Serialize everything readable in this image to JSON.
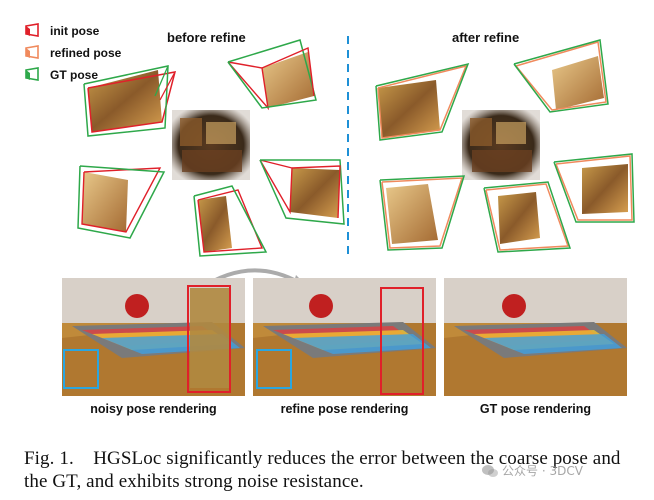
{
  "legend": {
    "items": [
      {
        "label": "init pose",
        "color": "#e0202a"
      },
      {
        "label": "refined pose",
        "color": "#f08a5d"
      },
      {
        "label": "GT pose",
        "color": "#2ea84a"
      }
    ]
  },
  "panels": {
    "before_title": "before refine",
    "after_title": "after refine",
    "divider_color": "#1e90d6"
  },
  "renderings": [
    {
      "caption": "noisy pose rendering"
    },
    {
      "caption": "refine pose rendering"
    },
    {
      "caption": "GT pose rendering"
    }
  ],
  "box_colors": {
    "red": "#e0202a",
    "blue": "#2aa6e0"
  },
  "caption": {
    "label": "Fig. 1.",
    "text": "HGSLoc significantly reduces the error between the coarse pose and the GT, and exhibits strong noise resistance."
  },
  "watermark": {
    "text": "公众号 · 3DCV"
  }
}
